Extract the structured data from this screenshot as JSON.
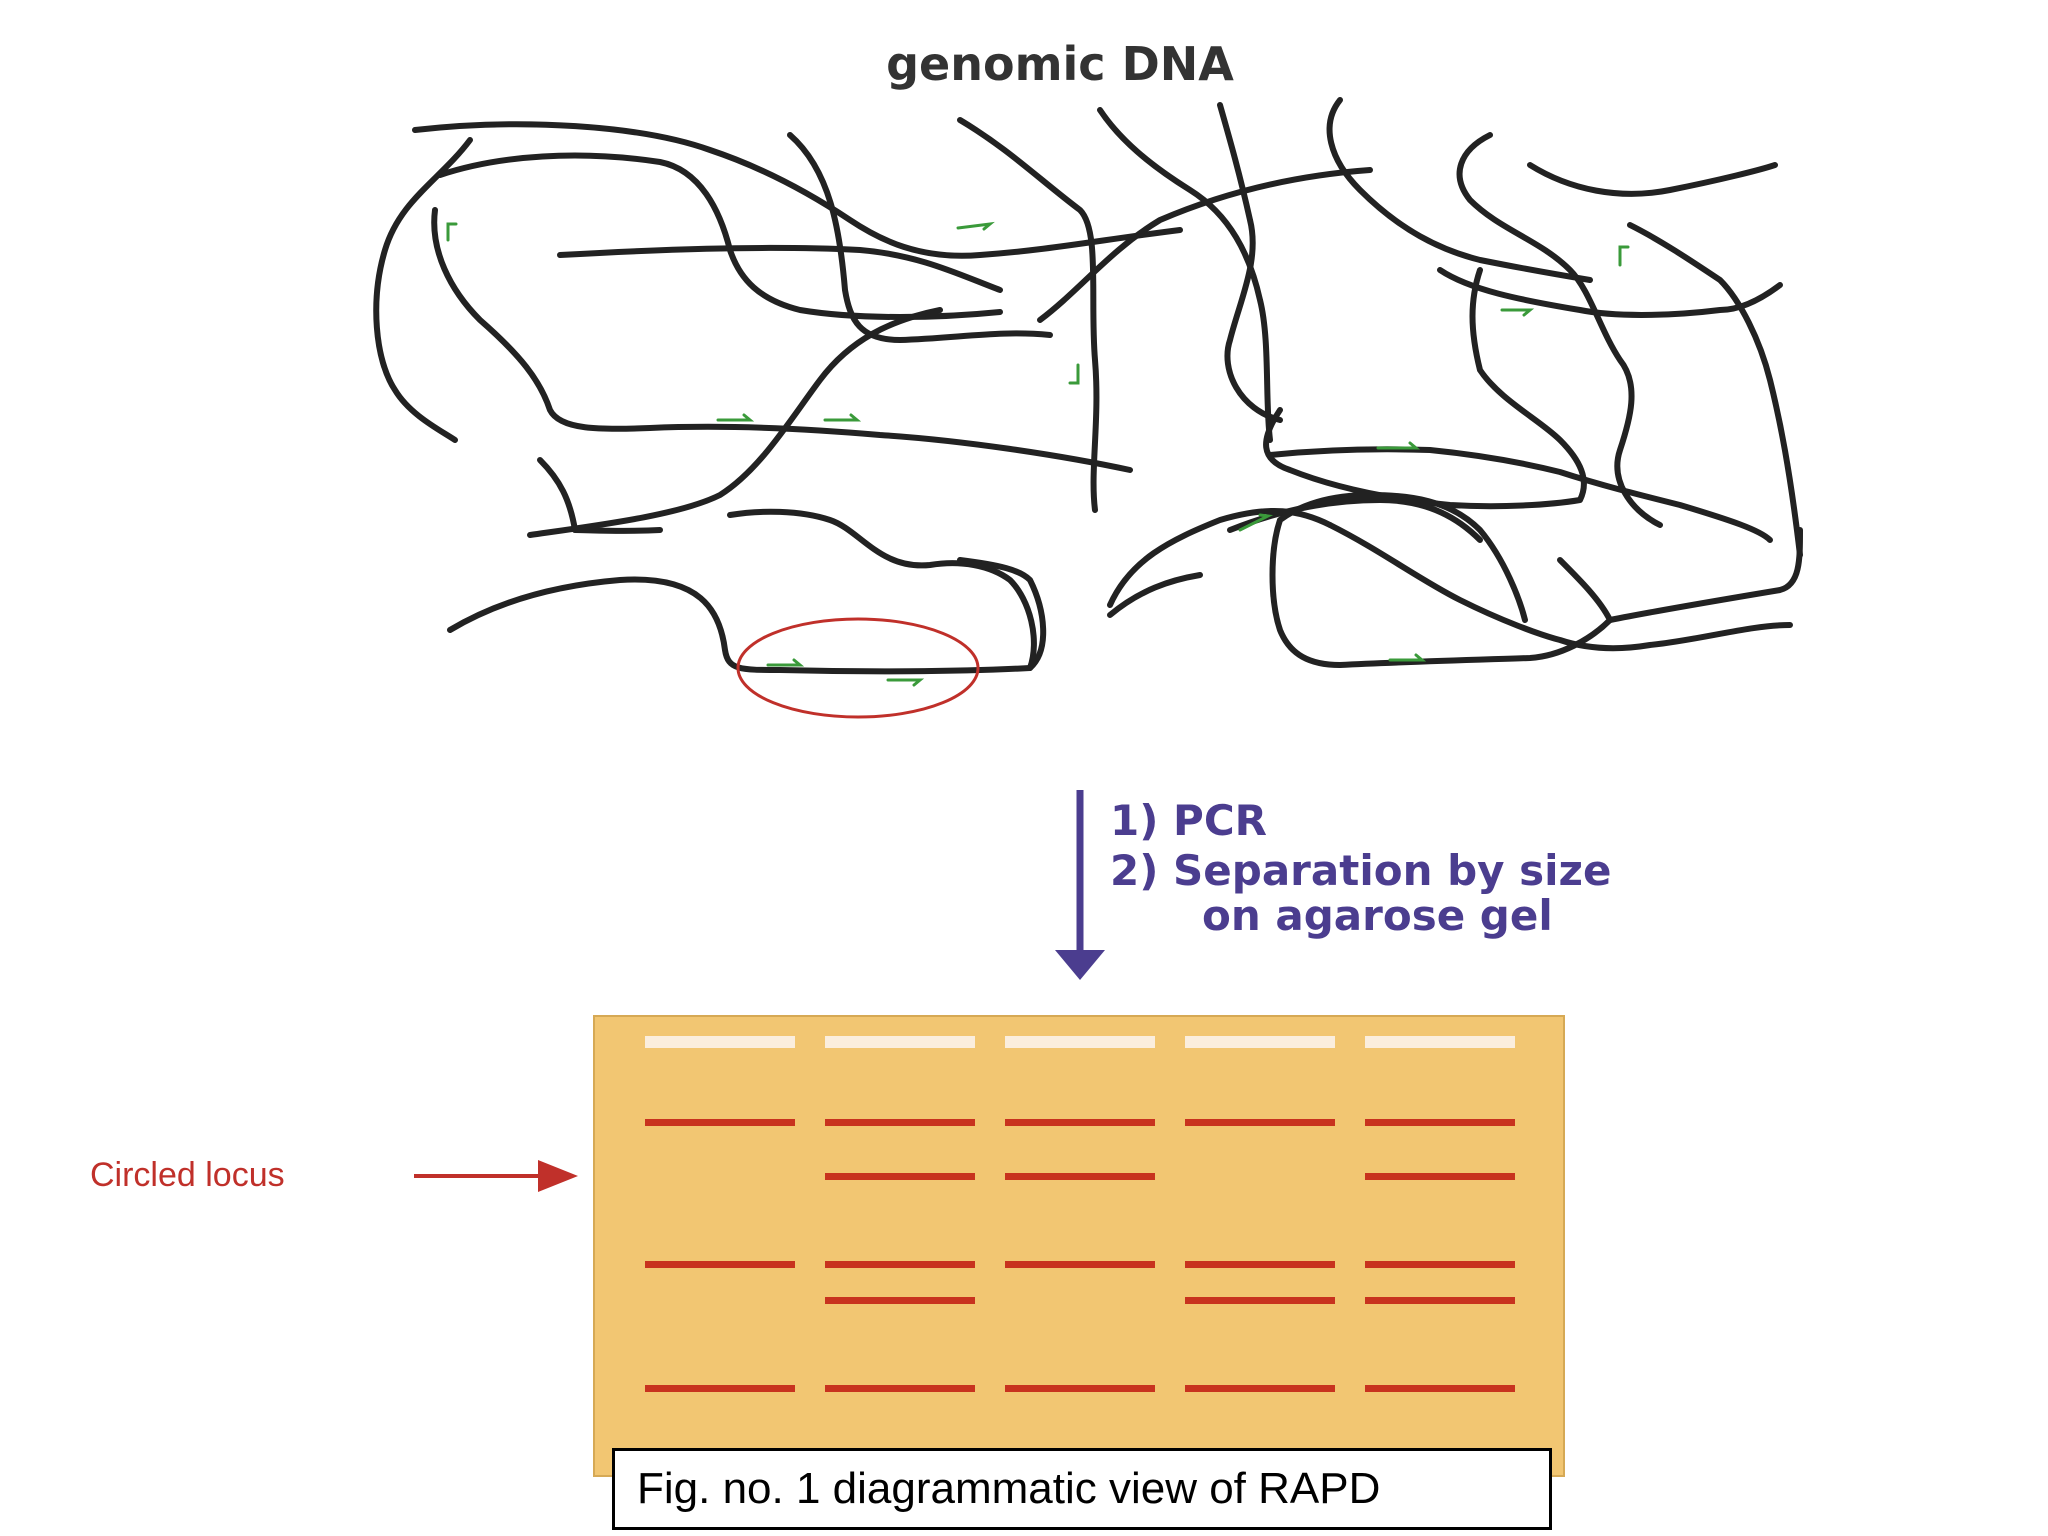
{
  "title": "genomic DNA",
  "steps": [
    "1) PCR",
    "2) Separation by size",
    "on agarose gel"
  ],
  "locus_label": "Circled locus",
  "caption": "Fig. no. 1 diagrammatic view of RAPD",
  "gel": {
    "lanes": 5,
    "rows": 5,
    "band_presence": [
      [
        1,
        1,
        1,
        1,
        1
      ],
      [
        0,
        1,
        1,
        0,
        1
      ],
      [
        1,
        1,
        1,
        1,
        1
      ],
      [
        0,
        1,
        0,
        1,
        1
      ],
      [
        1,
        1,
        1,
        1,
        1
      ]
    ],
    "circled_locus_row": 2
  },
  "colors": {
    "dna": "#222222",
    "primer": "#3a9a3a",
    "circle": "#c0302a",
    "arrow": "#4b3d8f",
    "gel": "#f2c672",
    "band": "#c8321e",
    "well": "#fbeedd"
  }
}
